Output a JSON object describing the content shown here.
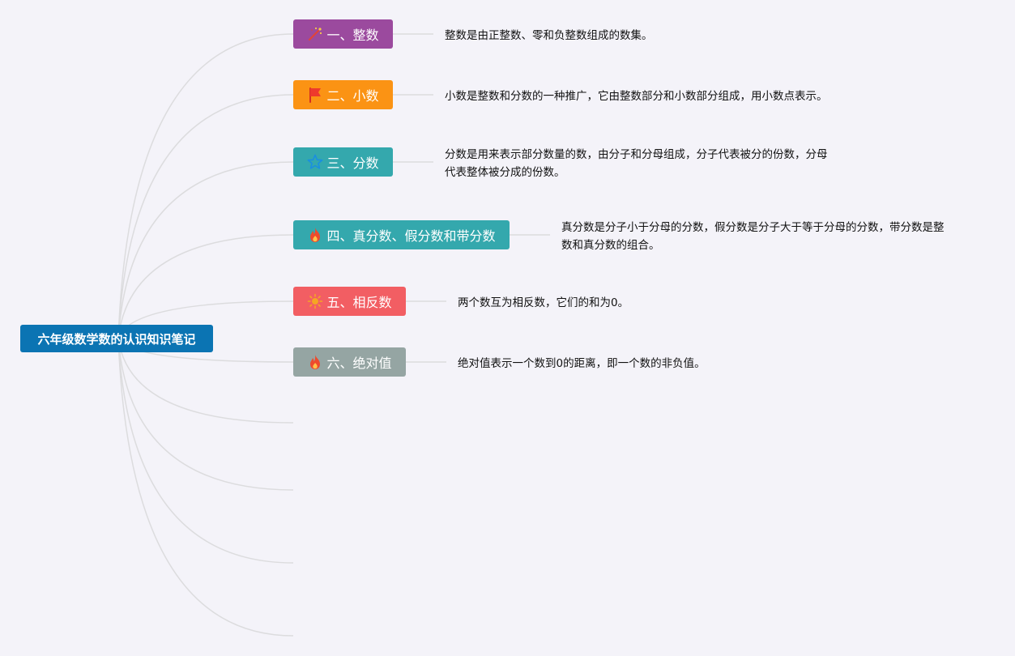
{
  "root": {
    "title": "六年级数学数的认识知识笔记"
  },
  "topics": [
    {
      "label": "一、整数",
      "icon": "sparkle-wand-icon",
      "color": "#9b4a9e",
      "desc": [
        "整数是由正整数、零和负整数组成的数集。"
      ]
    },
    {
      "label": "二、小数",
      "icon": "red-flag-icon",
      "color": "#fb9314",
      "desc": [
        "小数是整数和分数的一种推广，它由整数部分和小数部分组成，用小数点表示。"
      ]
    },
    {
      "label": "三、分数",
      "icon": "star-outline-icon",
      "color": "#34a8ad",
      "desc": [
        "分数是用来表示部分数量的数，由分子和分母组成，分子代表被分的份数，分母",
        "代表整体被分成的份数。"
      ]
    },
    {
      "label": "四、真分数、假分数和带分数",
      "icon": "fire-icon",
      "color": "#34a8ad",
      "desc": [
        "真分数是分子小于分母的分数，假分数是分子大于等于分母的分数，带分数是整",
        "数和真分数的组合。"
      ]
    },
    {
      "label": "五、相反数",
      "icon": "sun-icon",
      "color": "#f25e63",
      "desc": [
        "两个数互为相反数，它们的和为0。"
      ]
    },
    {
      "label": "六、绝对值",
      "icon": "fire-icon",
      "color": "#95a5a3",
      "desc": [
        "绝对值表示一个数到0的距离，即一个数的非负值。"
      ]
    }
  ],
  "colors": {
    "connector": "#dcdcde",
    "root": "#0b74b3",
    "background": "#f4f3f9"
  }
}
